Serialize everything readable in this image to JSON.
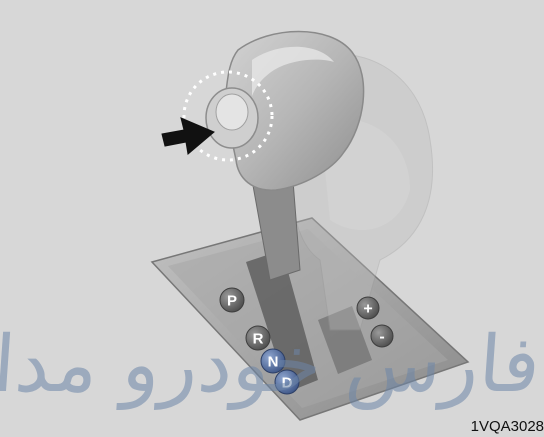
{
  "gear_positions": [
    "P",
    "R",
    "N",
    "D"
  ],
  "manual_shift": {
    "up_label": "+",
    "down_label": "-"
  },
  "watermark_text": "فارس خودرو مداد",
  "figure_code": "1VQA3028",
  "colors": {
    "background": "#d7d7d7",
    "knob": "#b9b9b9",
    "gate_plate": "#9b9b9b",
    "gear_button": "#6e6e6e",
    "watermark": "#6d86a8",
    "arrow": "#111111"
  }
}
